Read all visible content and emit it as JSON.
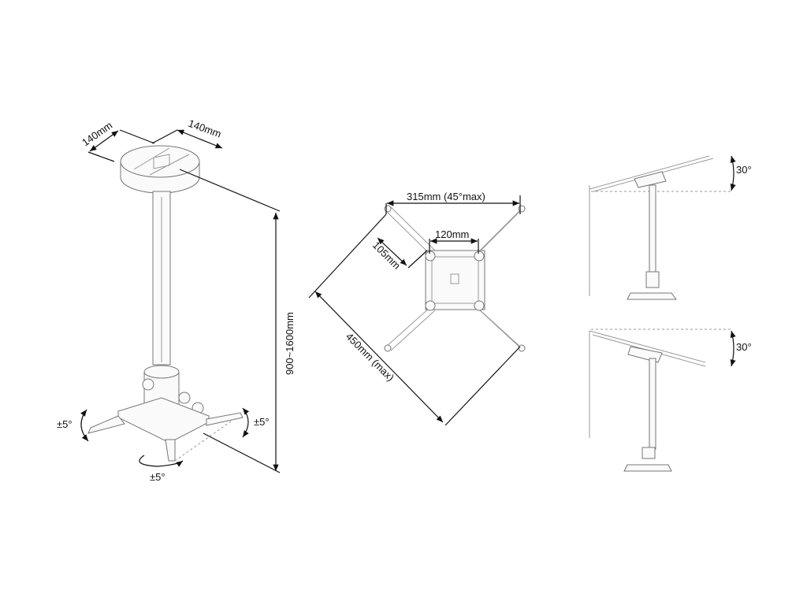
{
  "left_view": {
    "width_dim_a": "140mm",
    "width_dim_b": "140mm",
    "height_dim": "900~1600mm",
    "tilt_left": "±5°",
    "tilt_right": "±5°",
    "swivel": "±5°"
  },
  "center_view": {
    "span_dim": "315mm (45°max)",
    "plate_dim": "120mm",
    "arm_dim": "105mm",
    "diagonal_dim": "450mm (max)"
  },
  "right_views": {
    "top_angle": "30°",
    "bottom_angle": "30°"
  }
}
